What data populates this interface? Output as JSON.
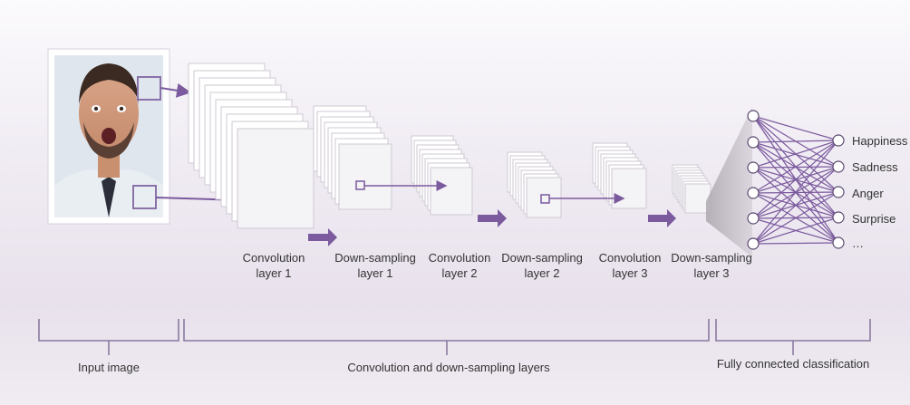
{
  "layers": {
    "conv1": "Convolution\nlayer 1",
    "down1": "Down-sampling\nlayer 1",
    "conv2": "Convolution\nlayer 2",
    "down2": "Down-sampling\nlayer 2",
    "conv3": "Convolution\nlayer 3",
    "down3": "Down-sampling\nlayer 3"
  },
  "outputs": [
    "Happiness",
    "Sadness",
    "Anger",
    "Surprise",
    "…"
  ],
  "sections": {
    "input": "Input image",
    "conv": "Convolution and down-sampling layers",
    "fc": "Fully connected classification"
  },
  "colors": {
    "accent": "#7b5a9e",
    "accent_light": "#9a82b4",
    "bracket": "#8a7aa0"
  }
}
